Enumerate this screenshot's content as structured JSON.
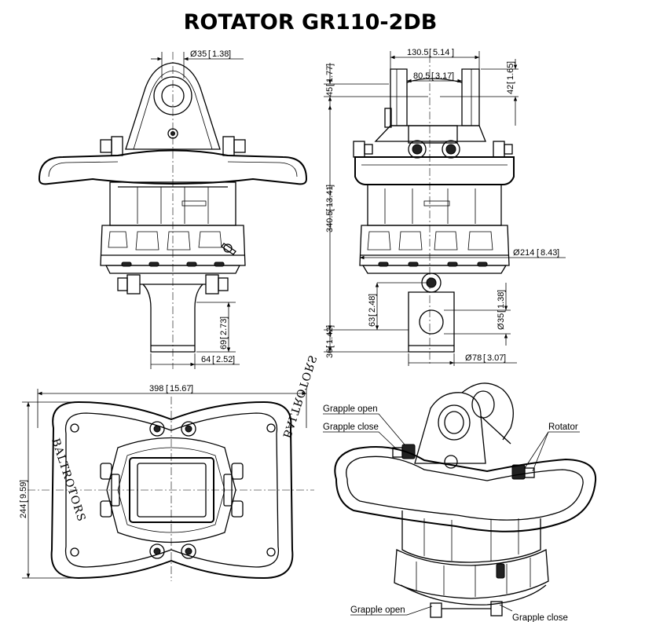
{
  "title": "ROTATOR  GR110-2DB",
  "front_view": {
    "pin_diameter": "35",
    "pin_diameter_in": "1.38",
    "shaft_length": "69",
    "shaft_length_in": "2.73",
    "shaft_width": "64",
    "shaft_width_in": "2.52"
  },
  "side_view": {
    "overall_width": "130.5",
    "overall_width_in": "5.14",
    "inner_width": "80.5",
    "inner_width_in": "3.17",
    "top_offset_left": "45",
    "top_offset_left_in": "1.77",
    "top_offset_right": "42",
    "top_offset_right_in": "1.65",
    "total_height": "340.5",
    "total_height_in": "13.41",
    "body_diameter": "214",
    "body_diameter_in": "8.43",
    "lower_height": "63",
    "lower_height_in": "2.48",
    "bottom_offset": "36",
    "bottom_offset_in": "1.42",
    "lower_pin_diameter": "35",
    "lower_pin_diameter_in": "1.38",
    "shaft_diameter": "78",
    "shaft_diameter_in": "3.07"
  },
  "top_view": {
    "length": "398",
    "length_in": "15.67",
    "width": "244",
    "width_in": "9.59",
    "brand_left": "BALTROTORS",
    "brand_right": "BALTROTORS"
  },
  "iso_view": {
    "grapple_open_top": "Grapple open",
    "grapple_close_top": "Grapple close",
    "rotator": "Rotator",
    "grapple_open_bottom": "Grapple open",
    "grapple_close_bottom": "Grapple close"
  },
  "icons": {
    "diameter_symbol": "Ø"
  }
}
